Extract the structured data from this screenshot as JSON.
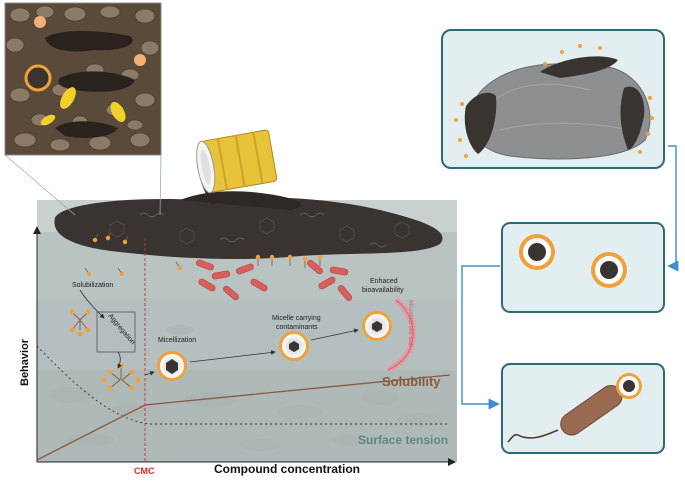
{
  "diagram": {
    "labels": {
      "solubilization": "Solubilization",
      "aggregation": "Aggregation",
      "micellization": "Micellization",
      "micelle_carrying_1": "Micelle carrying",
      "micelle_carrying_2": "contaminants",
      "enhanced_1": "Enhaced",
      "enhanced_2": "bioavailability",
      "cell_wall": "Microbial cell wall",
      "solubility": "Solubility",
      "surface_tension": "Surface tension"
    },
    "axes": {
      "y_label": "Behavior",
      "x_label": "Compound concentration",
      "cmc": "CMC"
    },
    "colors": {
      "soil_bg": "#b9c3c2",
      "oil": "#3a3431",
      "solubility_line": "#8a5a3c",
      "surface_tension_text": "#5e8a78",
      "cmc": "#d62b2b",
      "panel_border": "#2b6b78",
      "panel_bg": "#e3eef0",
      "arrow": "#3b8fd0",
      "micelle_orange": "#f0a13a",
      "barrel": "#e8c33a"
    }
  }
}
